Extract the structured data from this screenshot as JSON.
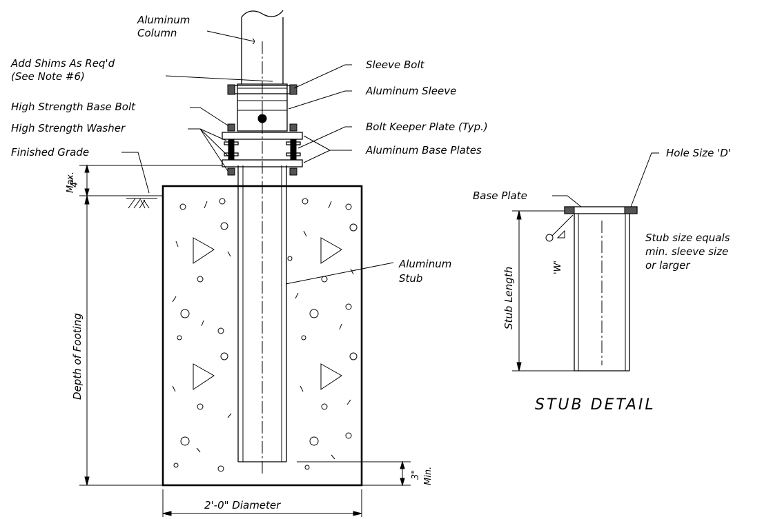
{
  "labels": {
    "aluminum_column_1": "Aluminum",
    "aluminum_column_2": "Column",
    "add_shims_1": "Add Shims As Req'd",
    "add_shims_2": "(See Note #6)",
    "high_strength_base_bolt": "High Strength Base Bolt",
    "high_strength_washer": "High Strength Washer",
    "finished_grade": "Finished Grade",
    "sleeve_bolt": "Sleeve Bolt",
    "aluminum_sleeve": "Aluminum Sleeve",
    "bolt_keeper_plate": "Bolt Keeper Plate (Typ.)",
    "aluminum_base_plates": "Aluminum Base Plates",
    "aluminum_stub_1": "Aluminum",
    "aluminum_stub_2": "Stub",
    "depth_of_footing": "Depth of Footing",
    "diameter": "2'-0\" Diameter",
    "four_inch": "4\"",
    "max": "Max.",
    "three_inch": "3\"",
    "min": "Min.",
    "hole_size": "Hole Size 'D'",
    "base_plate": "Base Plate",
    "stub_length": "Stub Length",
    "weld_w": "'W'",
    "stub_note_1": "Stub size equals",
    "stub_note_2": "min. sleeve size",
    "stub_note_3": "or larger",
    "stub_detail_title": "STUB DETAIL"
  }
}
